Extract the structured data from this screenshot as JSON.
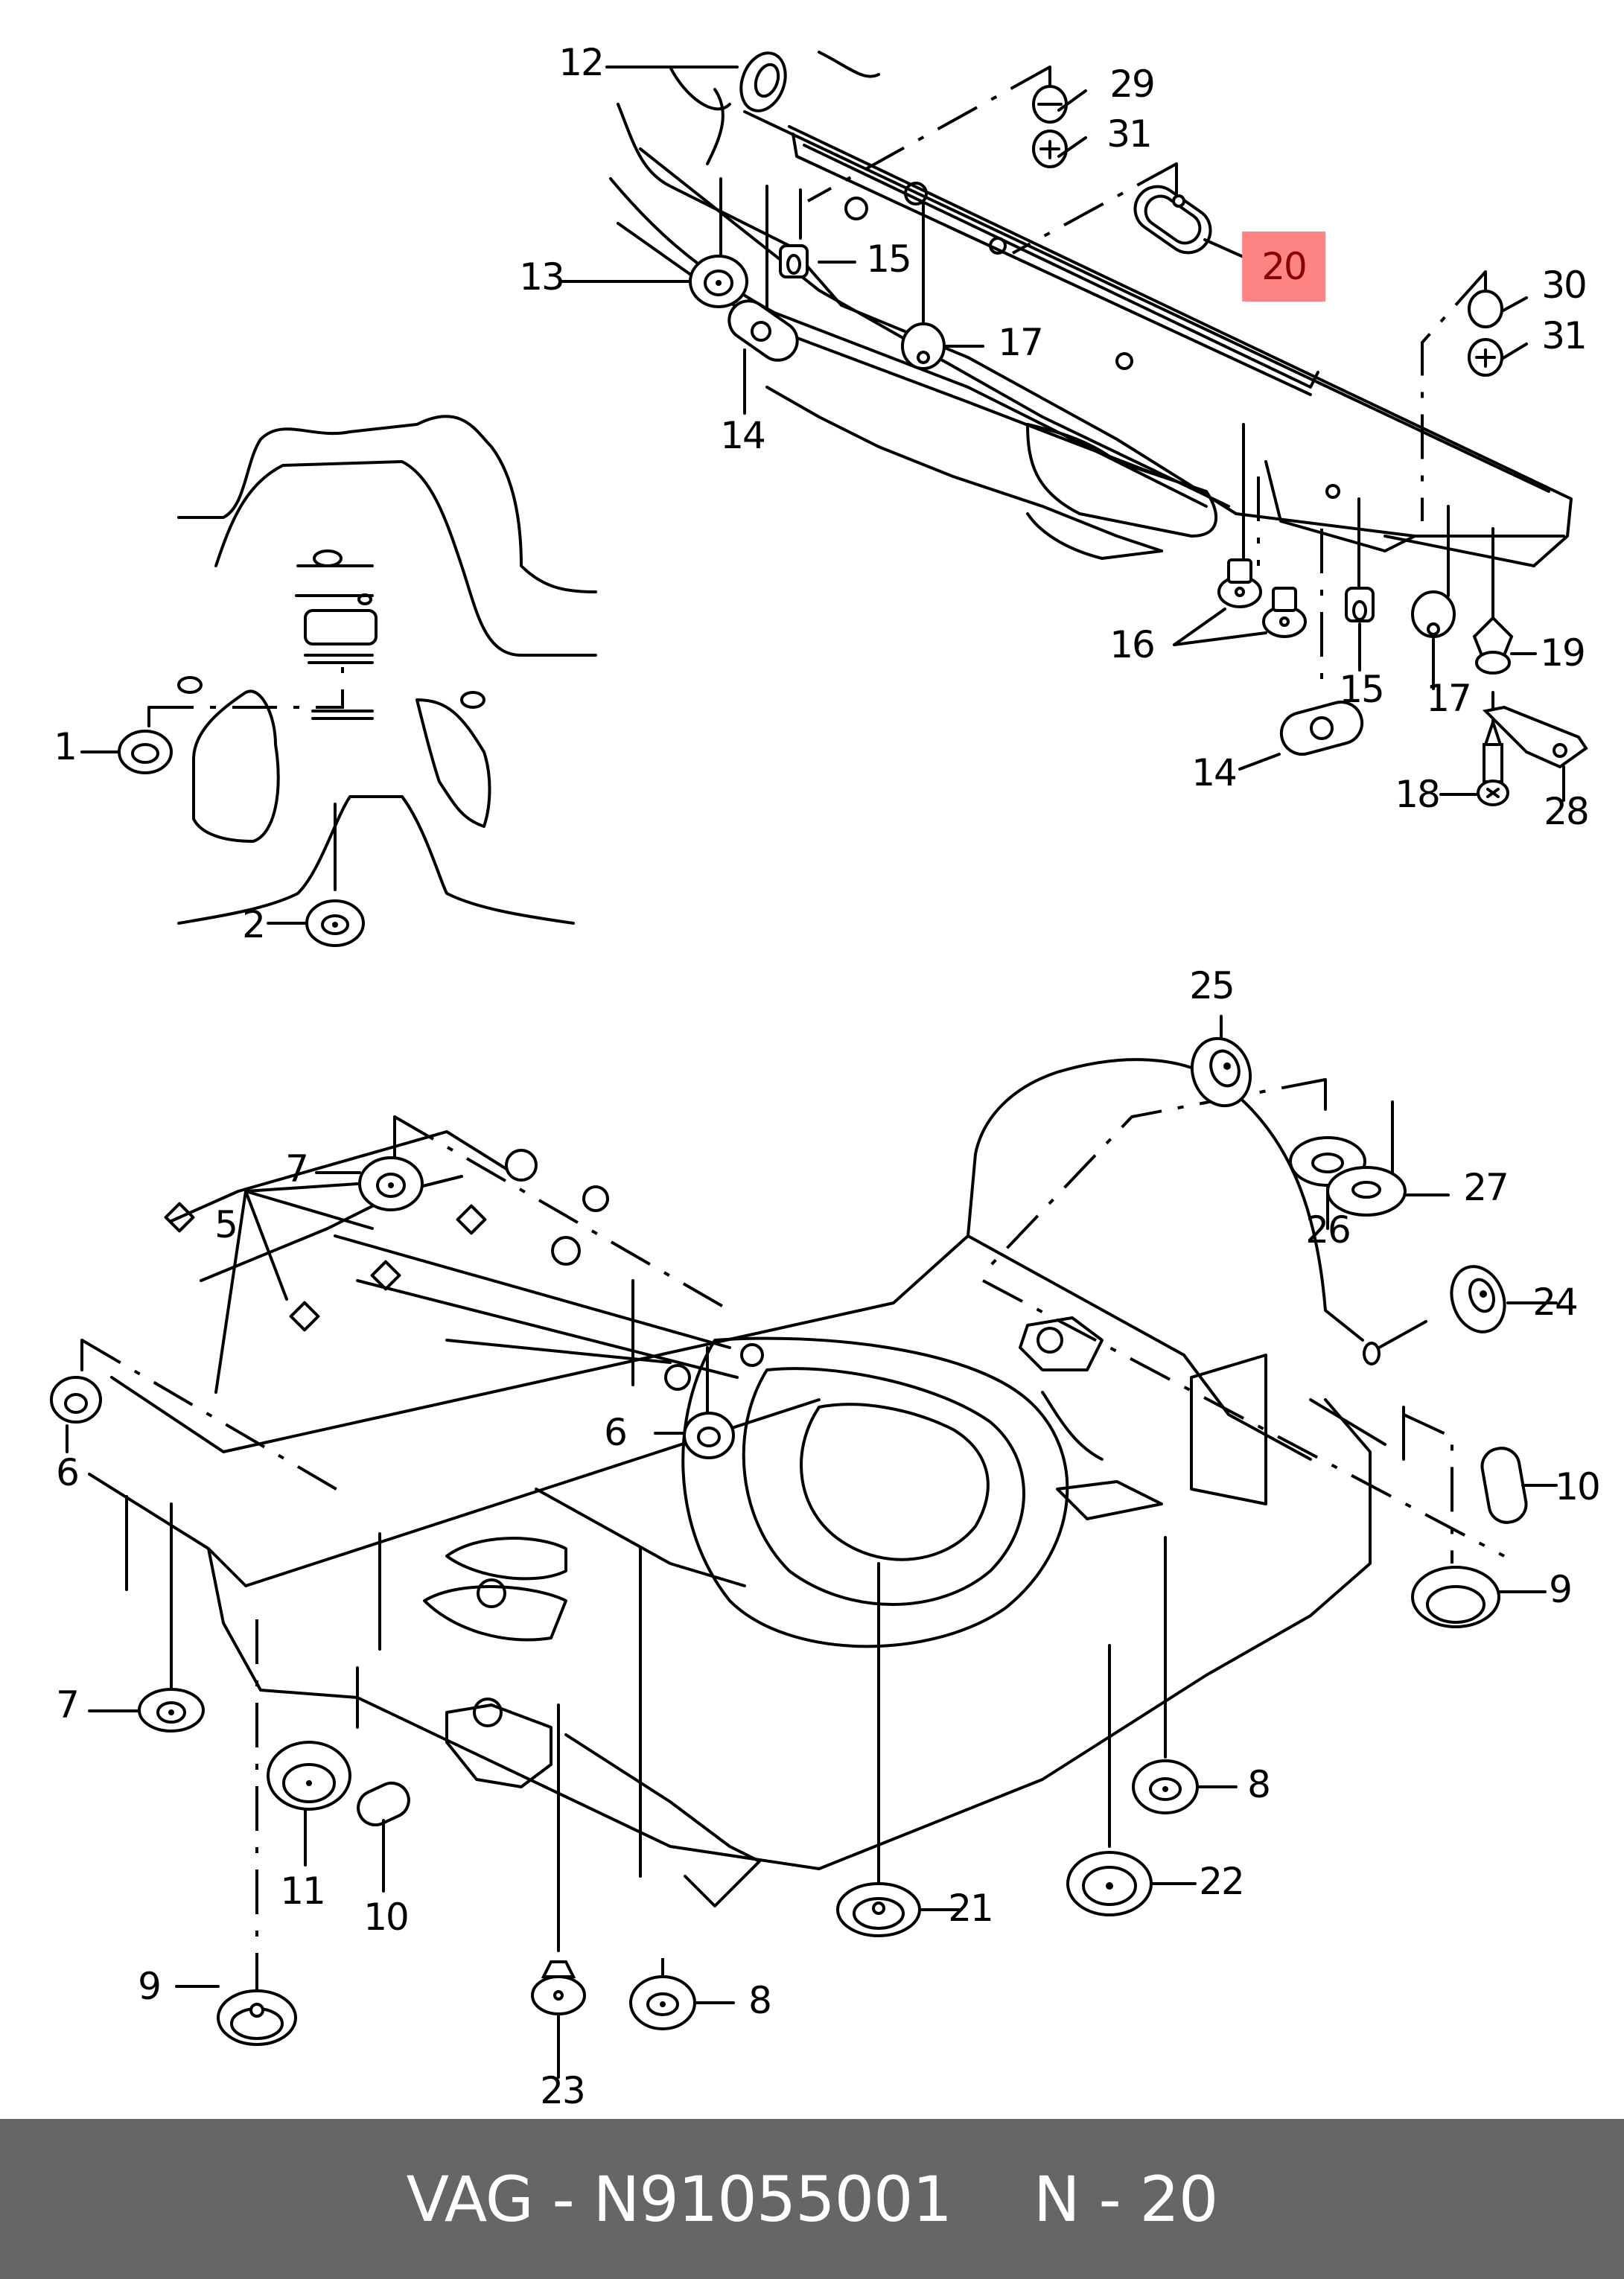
{
  "diagram": {
    "title": "Underbody plugs / grommets exploded view",
    "highlight_color": "#ff8484",
    "highlight_text_color": "#8b0000",
    "callouts": [
      {
        "id": "c1",
        "label": "1"
      },
      {
        "id": "c2",
        "label": "2"
      },
      {
        "id": "c5",
        "label": "5"
      },
      {
        "id": "c6a",
        "label": "6"
      },
      {
        "id": "c6b",
        "label": "6"
      },
      {
        "id": "c7a",
        "label": "7"
      },
      {
        "id": "c7b",
        "label": "7"
      },
      {
        "id": "c8a",
        "label": "8"
      },
      {
        "id": "c8b",
        "label": "8"
      },
      {
        "id": "c9a",
        "label": "9"
      },
      {
        "id": "c9b",
        "label": "9"
      },
      {
        "id": "c10a",
        "label": "10"
      },
      {
        "id": "c10b",
        "label": "10"
      },
      {
        "id": "c11",
        "label": "11"
      },
      {
        "id": "c12",
        "label": "12"
      },
      {
        "id": "c13",
        "label": "13"
      },
      {
        "id": "c14a",
        "label": "14"
      },
      {
        "id": "c14b",
        "label": "14"
      },
      {
        "id": "c15a",
        "label": "15"
      },
      {
        "id": "c15b",
        "label": "15"
      },
      {
        "id": "c16",
        "label": "16"
      },
      {
        "id": "c17a",
        "label": "17"
      },
      {
        "id": "c17b",
        "label": "17"
      },
      {
        "id": "c18",
        "label": "18"
      },
      {
        "id": "c19",
        "label": "19"
      },
      {
        "id": "c20",
        "label": "20",
        "highlighted": true
      },
      {
        "id": "c21",
        "label": "21"
      },
      {
        "id": "c22",
        "label": "22"
      },
      {
        "id": "c23",
        "label": "23"
      },
      {
        "id": "c24",
        "label": "24"
      },
      {
        "id": "c25",
        "label": "25"
      },
      {
        "id": "c26",
        "label": "26"
      },
      {
        "id": "c27",
        "label": "27"
      },
      {
        "id": "c28",
        "label": "28"
      },
      {
        "id": "c29",
        "label": "29"
      },
      {
        "id": "c30",
        "label": "30"
      },
      {
        "id": "c31a",
        "label": "31"
      },
      {
        "id": "c31b",
        "label": "31"
      }
    ]
  },
  "footer": {
    "brand": "VAG",
    "separator": "-",
    "part_number": "N91055001",
    "position_label": "N - 20",
    "background": "#666666",
    "text_color": "#ffffff"
  }
}
